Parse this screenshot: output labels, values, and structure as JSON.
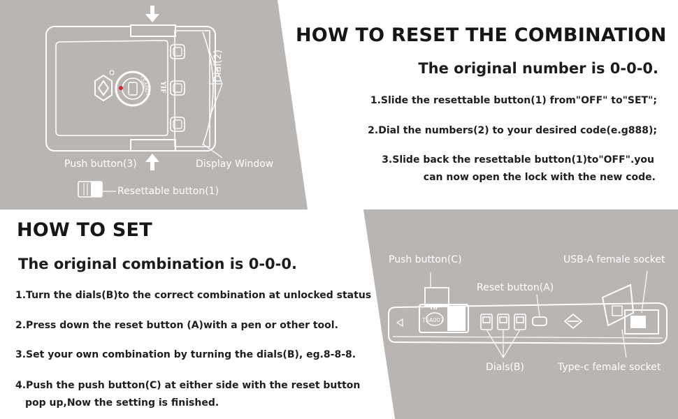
{
  "reset_section": {
    "title": "HOW TO RESET THE COMBINATION",
    "subtitle": "The original number is 0-0-0.",
    "steps": [
      "1.Slide the resettable button(1) from\"OFF\" to\"SET\";",
      "2.Dial the numbers(2) to your desired code(e.g888);",
      "3.Slide back the resettable button(1)to\"OFF\".you",
      "can now open the lock with the new code."
    ]
  },
  "set_section": {
    "title": "HOW TO SET",
    "subtitle": "The original combination is 0-0-0.",
    "steps": [
      "1.Turn the dials(B)to the correct combination at unlocked status",
      "2.Press down the reset button (A)with a pen or other tool.",
      "3.Set your own combination by turning the dials(B), eg.8-8-8.",
      "4.Push the push button(C) at either side with the reset button",
      "pop up,Now the setting is finished."
    ]
  },
  "diagram_top": {
    "labels": {
      "dial": "Dial(2)",
      "push_button": "Push button(3)",
      "display_window": "Display Window",
      "resettable_button": "Resettable button(1)"
    },
    "brand_mark": "YIF",
    "tsa_mark": "TSA007"
  },
  "diagram_bottom": {
    "labels": {
      "push_button": "Push button(C)",
      "usb_socket": "USB-A female socket",
      "reset_button": "Reset button(A)",
      "dials": "Dials(B)",
      "typec_socket": "Type-c female socket"
    },
    "brand_mark": "YIF",
    "tsa_mark": "TSA007"
  },
  "colors": {
    "panel_gray": "#b8b5b3",
    "heading_text": "#161616",
    "label_text": "#ffffff"
  }
}
